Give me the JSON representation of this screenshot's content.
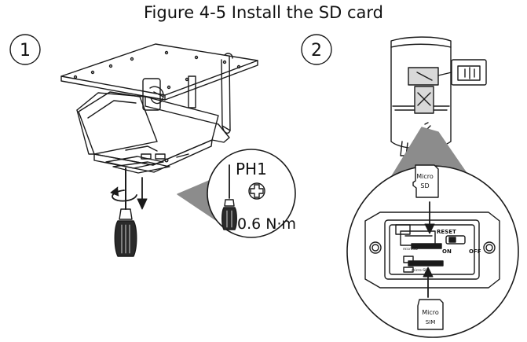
{
  "figure_title": "Figure 4-5 Install the SD card",
  "steps": {
    "step1": "1",
    "step2": "2"
  },
  "tool": {
    "bit": "PH1",
    "torque": "0.6 N·m"
  },
  "card_labels": {
    "micro_sd": {
      "line1": "Micro",
      "line2": "SD"
    },
    "micro_sim": {
      "line1": "Micro",
      "line2": "SIM"
    }
  },
  "board_labels": {
    "reset": "RESET",
    "on": "ON",
    "off": "OFF",
    "sd_slot": "microSD",
    "sim_slot": "micro-SIM"
  },
  "colors": {
    "line": "#1a1a1a",
    "callout_gray": "#8c8c8c",
    "dark_tool": "#2a2a2a"
  }
}
